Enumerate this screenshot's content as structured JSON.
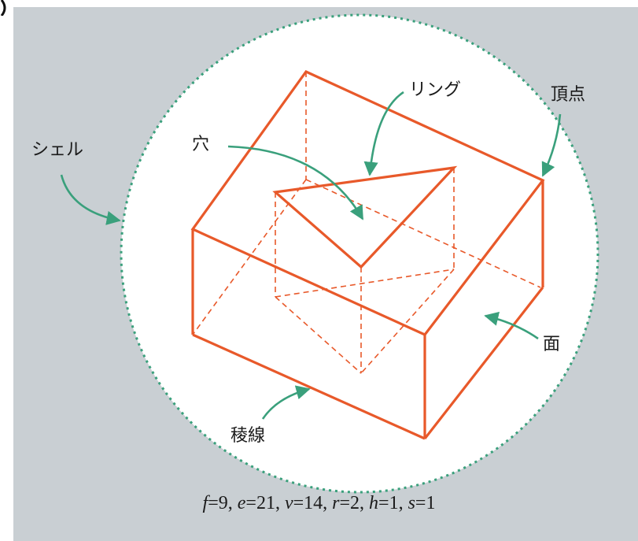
{
  "labels": {
    "shell": "シェル",
    "hole": "穴",
    "ring": "リング",
    "vertex": "頂点",
    "face": "面",
    "edge": "稜線"
  },
  "formula": [
    {
      "sym": "f",
      "val": "9"
    },
    {
      "sym": "e",
      "val": "21"
    },
    {
      "sym": "v",
      "val": "14"
    },
    {
      "sym": "r",
      "val": "2"
    },
    {
      "sym": "h",
      "val": "1"
    },
    {
      "sym": "s",
      "val": "1"
    }
  ],
  "colors": {
    "background": "#c9cfd3",
    "shell_fill": "#ffffff",
    "shell_outline": "#3aa07c",
    "solid_edges": "#e8592a",
    "arrows": "#3aa07c"
  }
}
